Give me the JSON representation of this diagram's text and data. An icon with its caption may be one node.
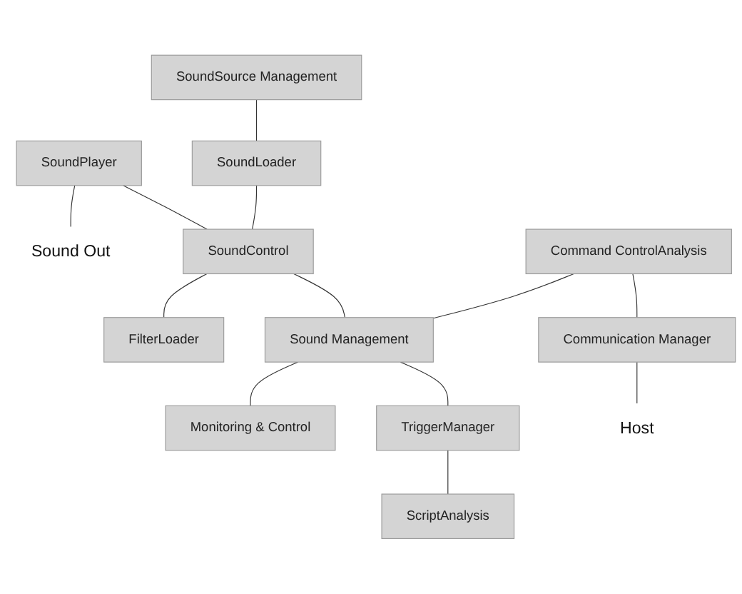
{
  "diagram": {
    "nodes": [
      {
        "text": [
          "SoundSource Management"
        ]
      },
      {
        "text": [
          "SoundPlayer"
        ]
      },
      {
        "text": [
          "Sound Out"
        ]
      },
      {
        "text": [
          "SoundLoader"
        ]
      },
      {
        "text": [
          "SoundControl"
        ]
      },
      {
        "text": [
          "FilterLoader"
        ]
      },
      {
        "text": [
          "Command ControlAnalysis"
        ]
      },
      {
        "text": [
          "Sound Management"
        ]
      },
      {
        "text": [
          "Monitoring & Control"
        ]
      },
      {
        "text": [
          "Communication Manager"
        ]
      },
      {
        "text": [
          "TriggerManager"
        ]
      },
      {
        "text": [
          "ScriptAnalysis"
        ]
      },
      {
        "text": [
          "Host"
        ]
      }
    ],
    "edges": [
      {
        "from": 0,
        "to": 3,
        "arrow": "none"
      },
      {
        "from": 1,
        "to": 2,
        "arrow": "none"
      },
      {
        "from": 1,
        "to": 4,
        "arrow": "none"
      },
      {
        "from": 3,
        "to": 4,
        "arrow": "none"
      },
      {
        "from": 4,
        "to": 5,
        "arrow": "none"
      },
      {
        "from": 4,
        "to": 7,
        "arrow": "none"
      },
      {
        "from": 6,
        "to": 7,
        "arrow": "none"
      },
      {
        "from": 7,
        "to": 8,
        "arrow": "none"
      },
      {
        "from": 6,
        "to": 9,
        "arrow": "none"
      },
      {
        "from": 7,
        "to": 10,
        "arrow": "none"
      },
      {
        "from": 10,
        "to": 11,
        "arrow": "none"
      },
      {
        "from": 9,
        "to": 12,
        "arrow": "none"
      }
    ]
  }
}
